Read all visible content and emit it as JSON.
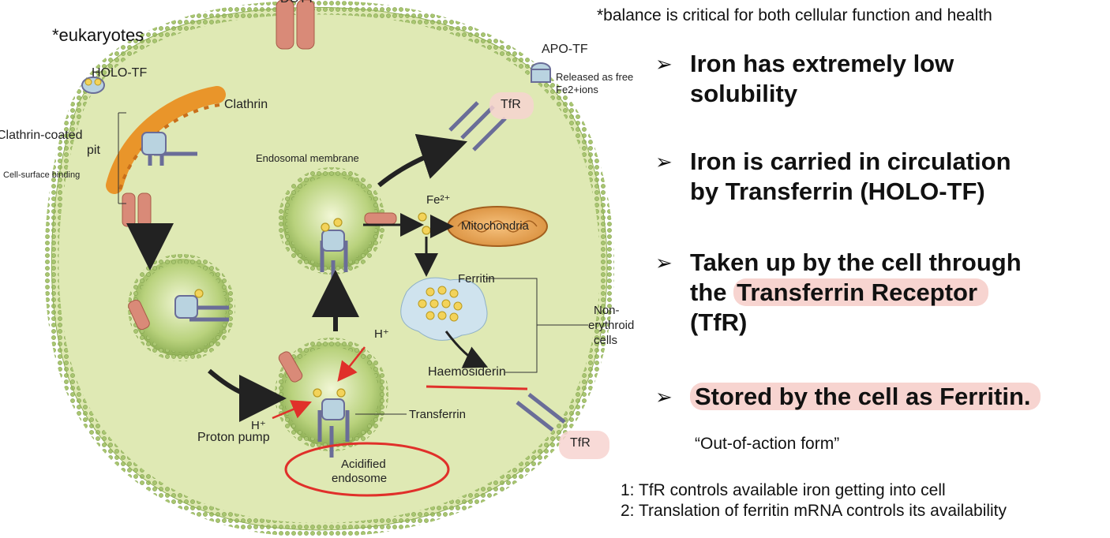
{
  "header": {
    "balance_note": "*balance is critical for both cellular function and health"
  },
  "diagram": {
    "eukaryotes": "*eukaryotes",
    "dcyt": "DCYT",
    "holo_tf": "HOLO-TF",
    "clathrin": "Clathrin",
    "clathrin_coated_pit_1": "Clathrin-coated",
    "clathrin_coated_pit_2": "pit",
    "cell_surface_binding": "Cell-surface binding",
    "apo_tf": "APO-TF",
    "released_1": "Released as free",
    "released_2": "Fe2+ions",
    "tfr_top": "TfR",
    "tfr_bottom": "TfR",
    "endosomal_membrane": "Endosomal membrane",
    "fe2": "Fe²⁺",
    "mitochondria": "Mitochondria",
    "ferritin": "Ferritin",
    "haemosiderin": "Haemosiderin",
    "non_erythroid_1": "Non-",
    "non_erythroid_2": "erythroid",
    "non_erythroid_3": "cells",
    "h_plus_1": "H⁺",
    "h_plus_2": "H⁺",
    "proton_pump": "Proton pump",
    "transferrin": "Transferrin",
    "acidified_1": "Acidified",
    "acidified_2": "endosome"
  },
  "bullets": [
    {
      "lines": [
        "Iron has extremely low",
        "solubility"
      ]
    },
    {
      "lines": [
        "Iron is carried in circulation",
        "by Transferrin (HOLO-TF)"
      ]
    },
    {
      "lines": [
        "Taken up by the cell through",
        "the ",
        "Transferrin Receptor",
        "(TfR)"
      ]
    },
    {
      "lines": [
        "Stored by the cell as Ferritin."
      ]
    }
  ],
  "notes": {
    "out_of_action": "“Out-of-action form”",
    "control_1": "1: TfR controls available iron getting into cell",
    "control_2": "2: Translation of ferritin mRNA controls its availability"
  },
  "colors": {
    "cell_fill": "#dfe9b4",
    "membrane": "#9cba6a",
    "highlight": "#f7d4d0",
    "annotation_red": "#e0302a",
    "clathrin_orange": "#e9952a",
    "receptor_purple": "#6a6d98",
    "iron_yellow": "#f3d35a"
  }
}
